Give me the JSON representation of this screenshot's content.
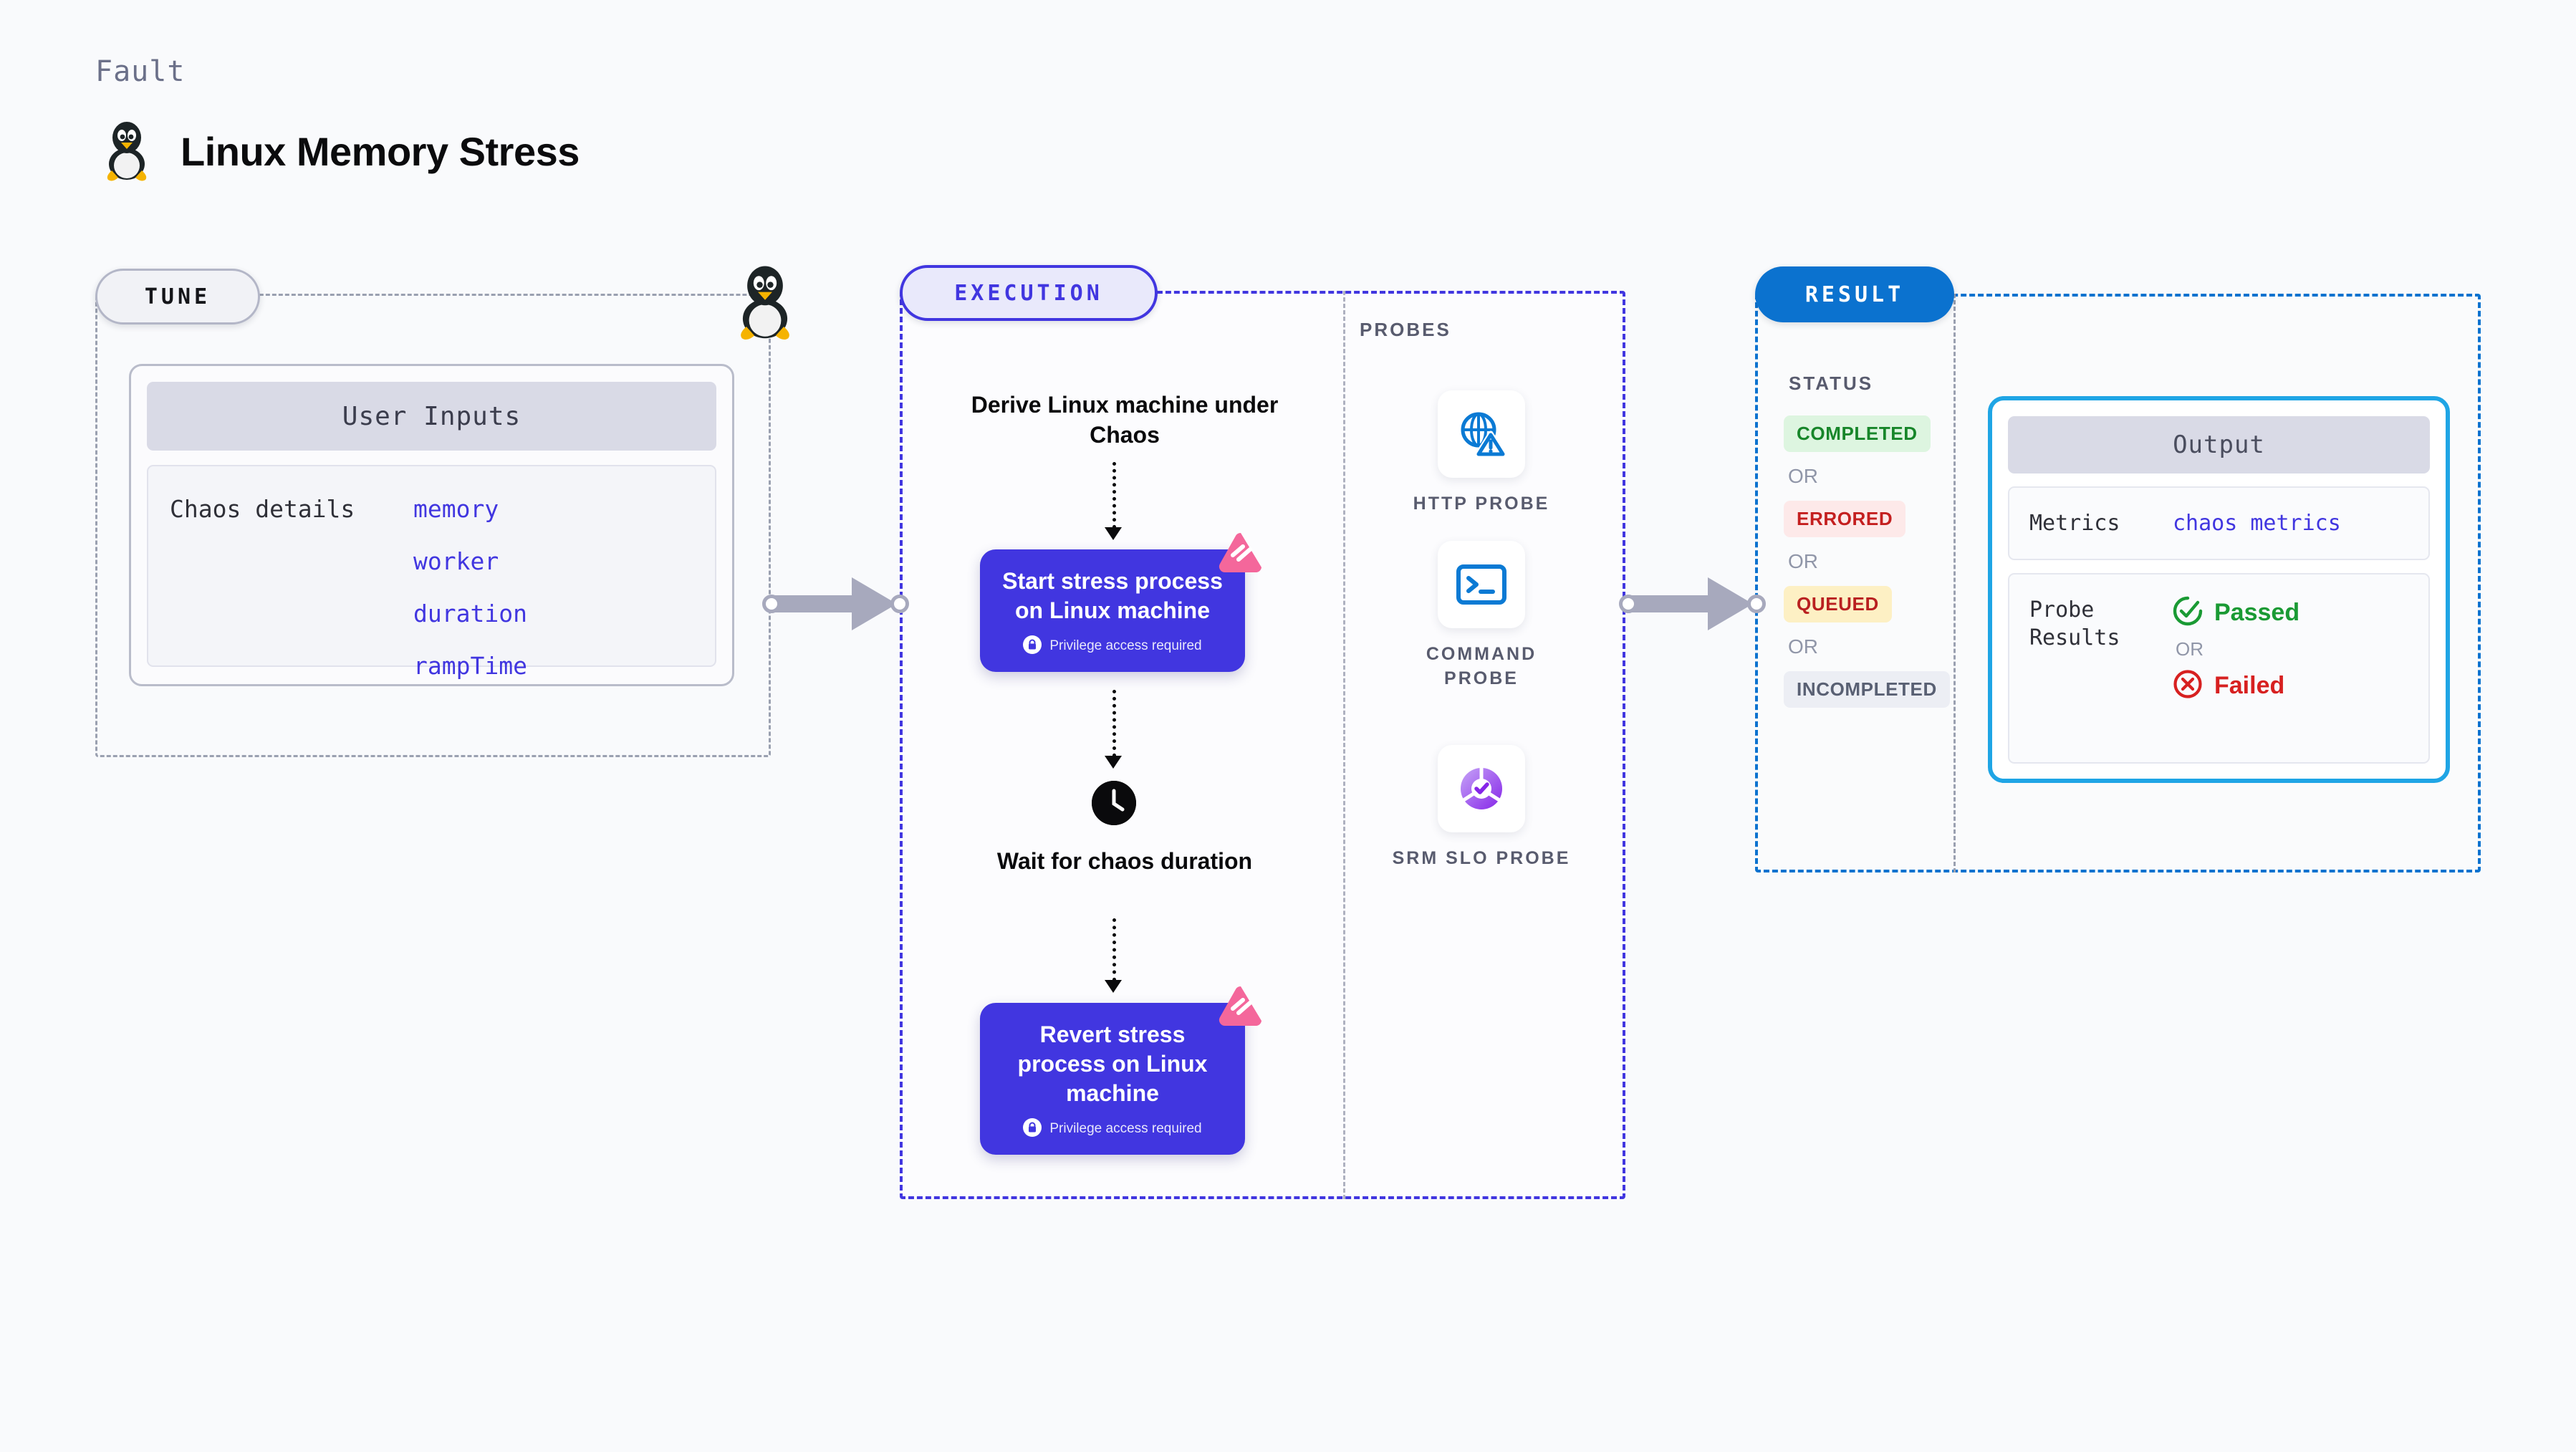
{
  "header": {
    "kicker": "Fault",
    "title": "Linux Memory Stress",
    "icon": "tux-penguin-icon"
  },
  "tune": {
    "badge": "TUNE",
    "corner_icon": "tux-penguin-icon",
    "card": {
      "header": "User Inputs",
      "section_label": "Chaos details",
      "params": [
        "memory",
        "worker",
        "duration",
        "rampTime"
      ]
    }
  },
  "execution": {
    "badge": "EXECUTION",
    "flow_title": "Derive Linux machine under Chaos",
    "nodes": [
      {
        "title": "Start stress process on Linux machine",
        "privilege": "Privilege access required",
        "lock_icon": "lock-icon",
        "corner_icon": "chaos-badge-icon"
      },
      {
        "title": "Revert stress process on Linux machine",
        "privilege": "Privilege access required",
        "lock_icon": "lock-icon",
        "corner_icon": "chaos-badge-icon"
      }
    ],
    "wait": {
      "icon": "clock-icon",
      "label": "Wait for chaos duration"
    }
  },
  "probes": {
    "title": "PROBES",
    "items": [
      {
        "label": "HTTP PROBE",
        "icon": "globe-warning-icon"
      },
      {
        "label": "COMMAND PROBE",
        "icon": "terminal-icon"
      },
      {
        "label": "SRM SLO PROBE",
        "icon": "slo-donut-check-icon"
      }
    ]
  },
  "result": {
    "badge": "RESULT",
    "status": {
      "title": "STATUS",
      "or": "OR",
      "badges": [
        {
          "label": "COMPLETED",
          "style": "b-completed"
        },
        {
          "label": "ERRORED",
          "style": "b-errored"
        },
        {
          "label": "QUEUED",
          "style": "b-queued"
        },
        {
          "label": "INCOMPLETED",
          "style": "b-incomplete"
        }
      ]
    },
    "output": {
      "header": "Output",
      "metrics_key": "Metrics",
      "metrics_value": "chaos metrics",
      "probe_results_key": "Probe Results",
      "passed": "Passed",
      "failed": "Failed",
      "or": "OR",
      "pass_icon": "check-circle-icon",
      "fail_icon": "x-circle-icon"
    }
  },
  "colors": {
    "accent_purple": "#4136e0",
    "accent_blue": "#0b72cf",
    "output_border": "#1fa5e5",
    "pink_badge": "#f4679b",
    "pass_green": "#1a9a34",
    "fail_red": "#d72020",
    "page_bg": "#f9fafc"
  }
}
